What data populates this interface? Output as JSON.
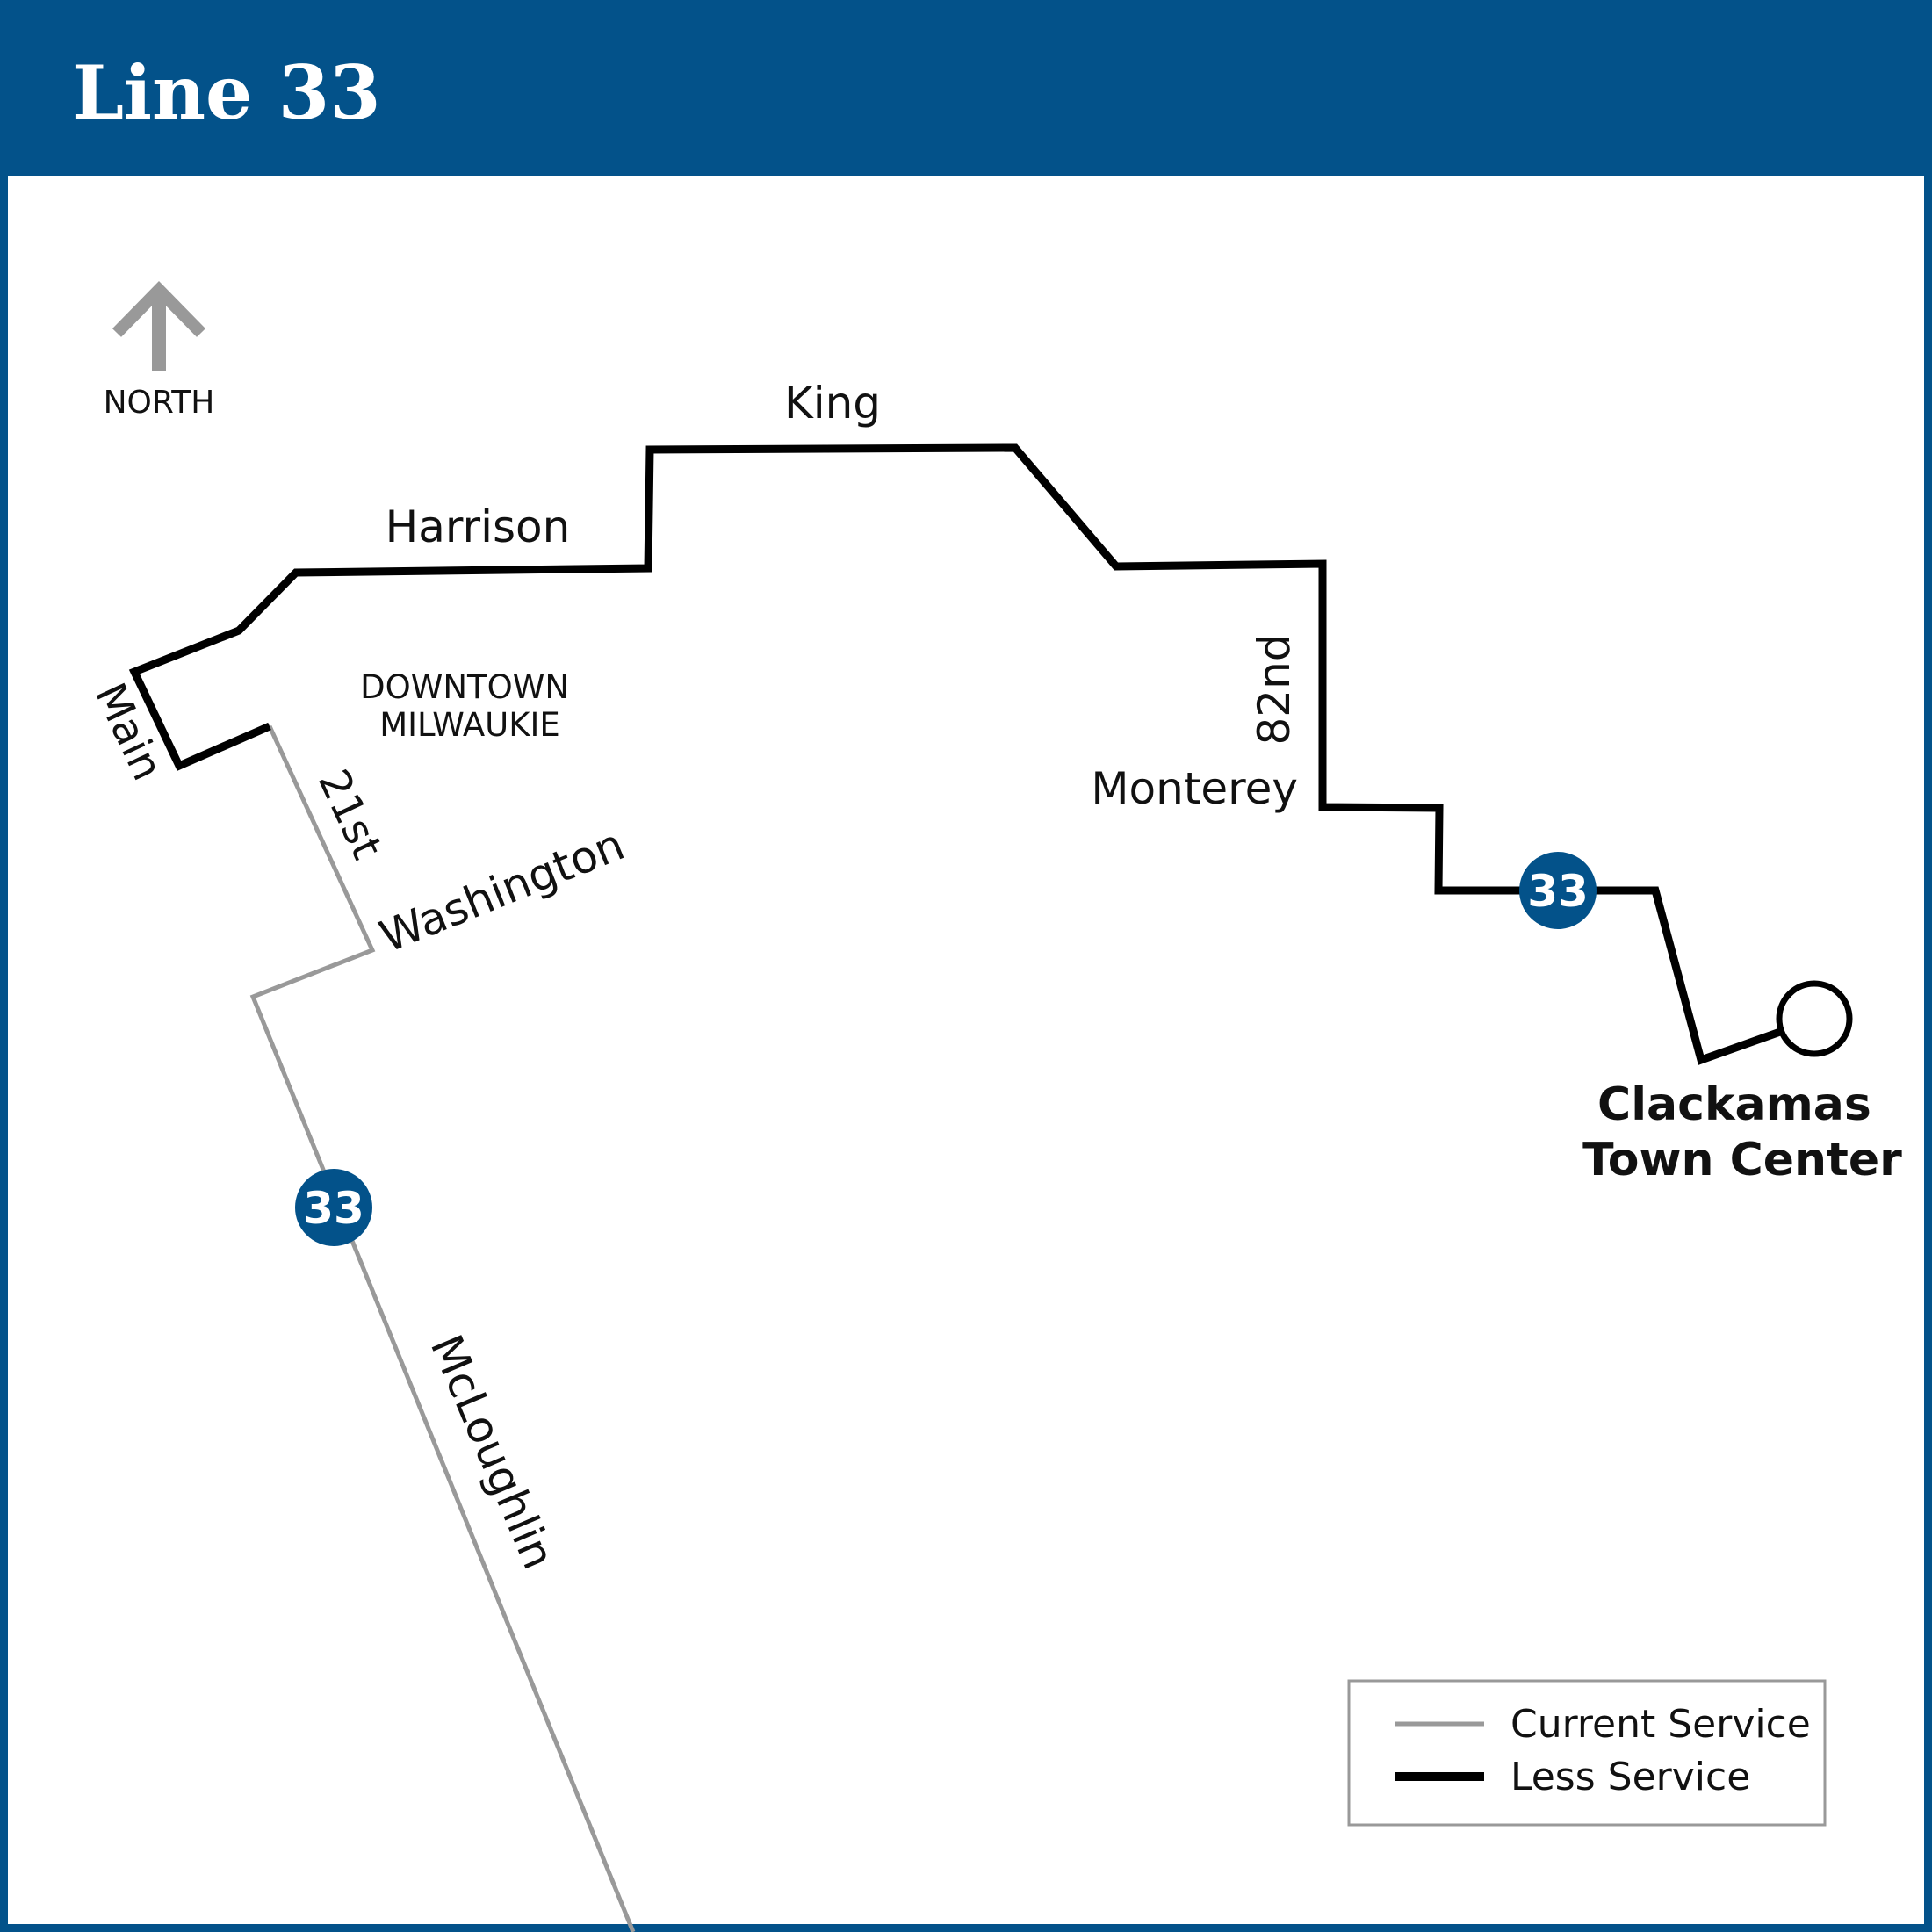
{
  "title": "Line 33",
  "north_label": "NORTH",
  "colors": {
    "brand_blue": "#03528a",
    "current_service": "#999999",
    "less_service": "#000000"
  },
  "streets": {
    "king": "King",
    "harrison": "Harrison",
    "main": "Main",
    "twenty_first": "21st",
    "washington": "Washington",
    "mcloughlin": "McLoughlin",
    "eighty_second": "82nd",
    "monterey": "Monterey"
  },
  "area_label": {
    "line1": "DOWNTOWN",
    "line2": "MILWAUKIE"
  },
  "route_badge": "33",
  "terminal": {
    "line1": "Clackamas",
    "line2": "Town Center"
  },
  "legend": {
    "current": "Current Service",
    "less": "Less Service"
  },
  "icons": {
    "north": "north-arrow-icon",
    "terminal": "terminal-stop-icon",
    "route": "route-badge-icon"
  }
}
